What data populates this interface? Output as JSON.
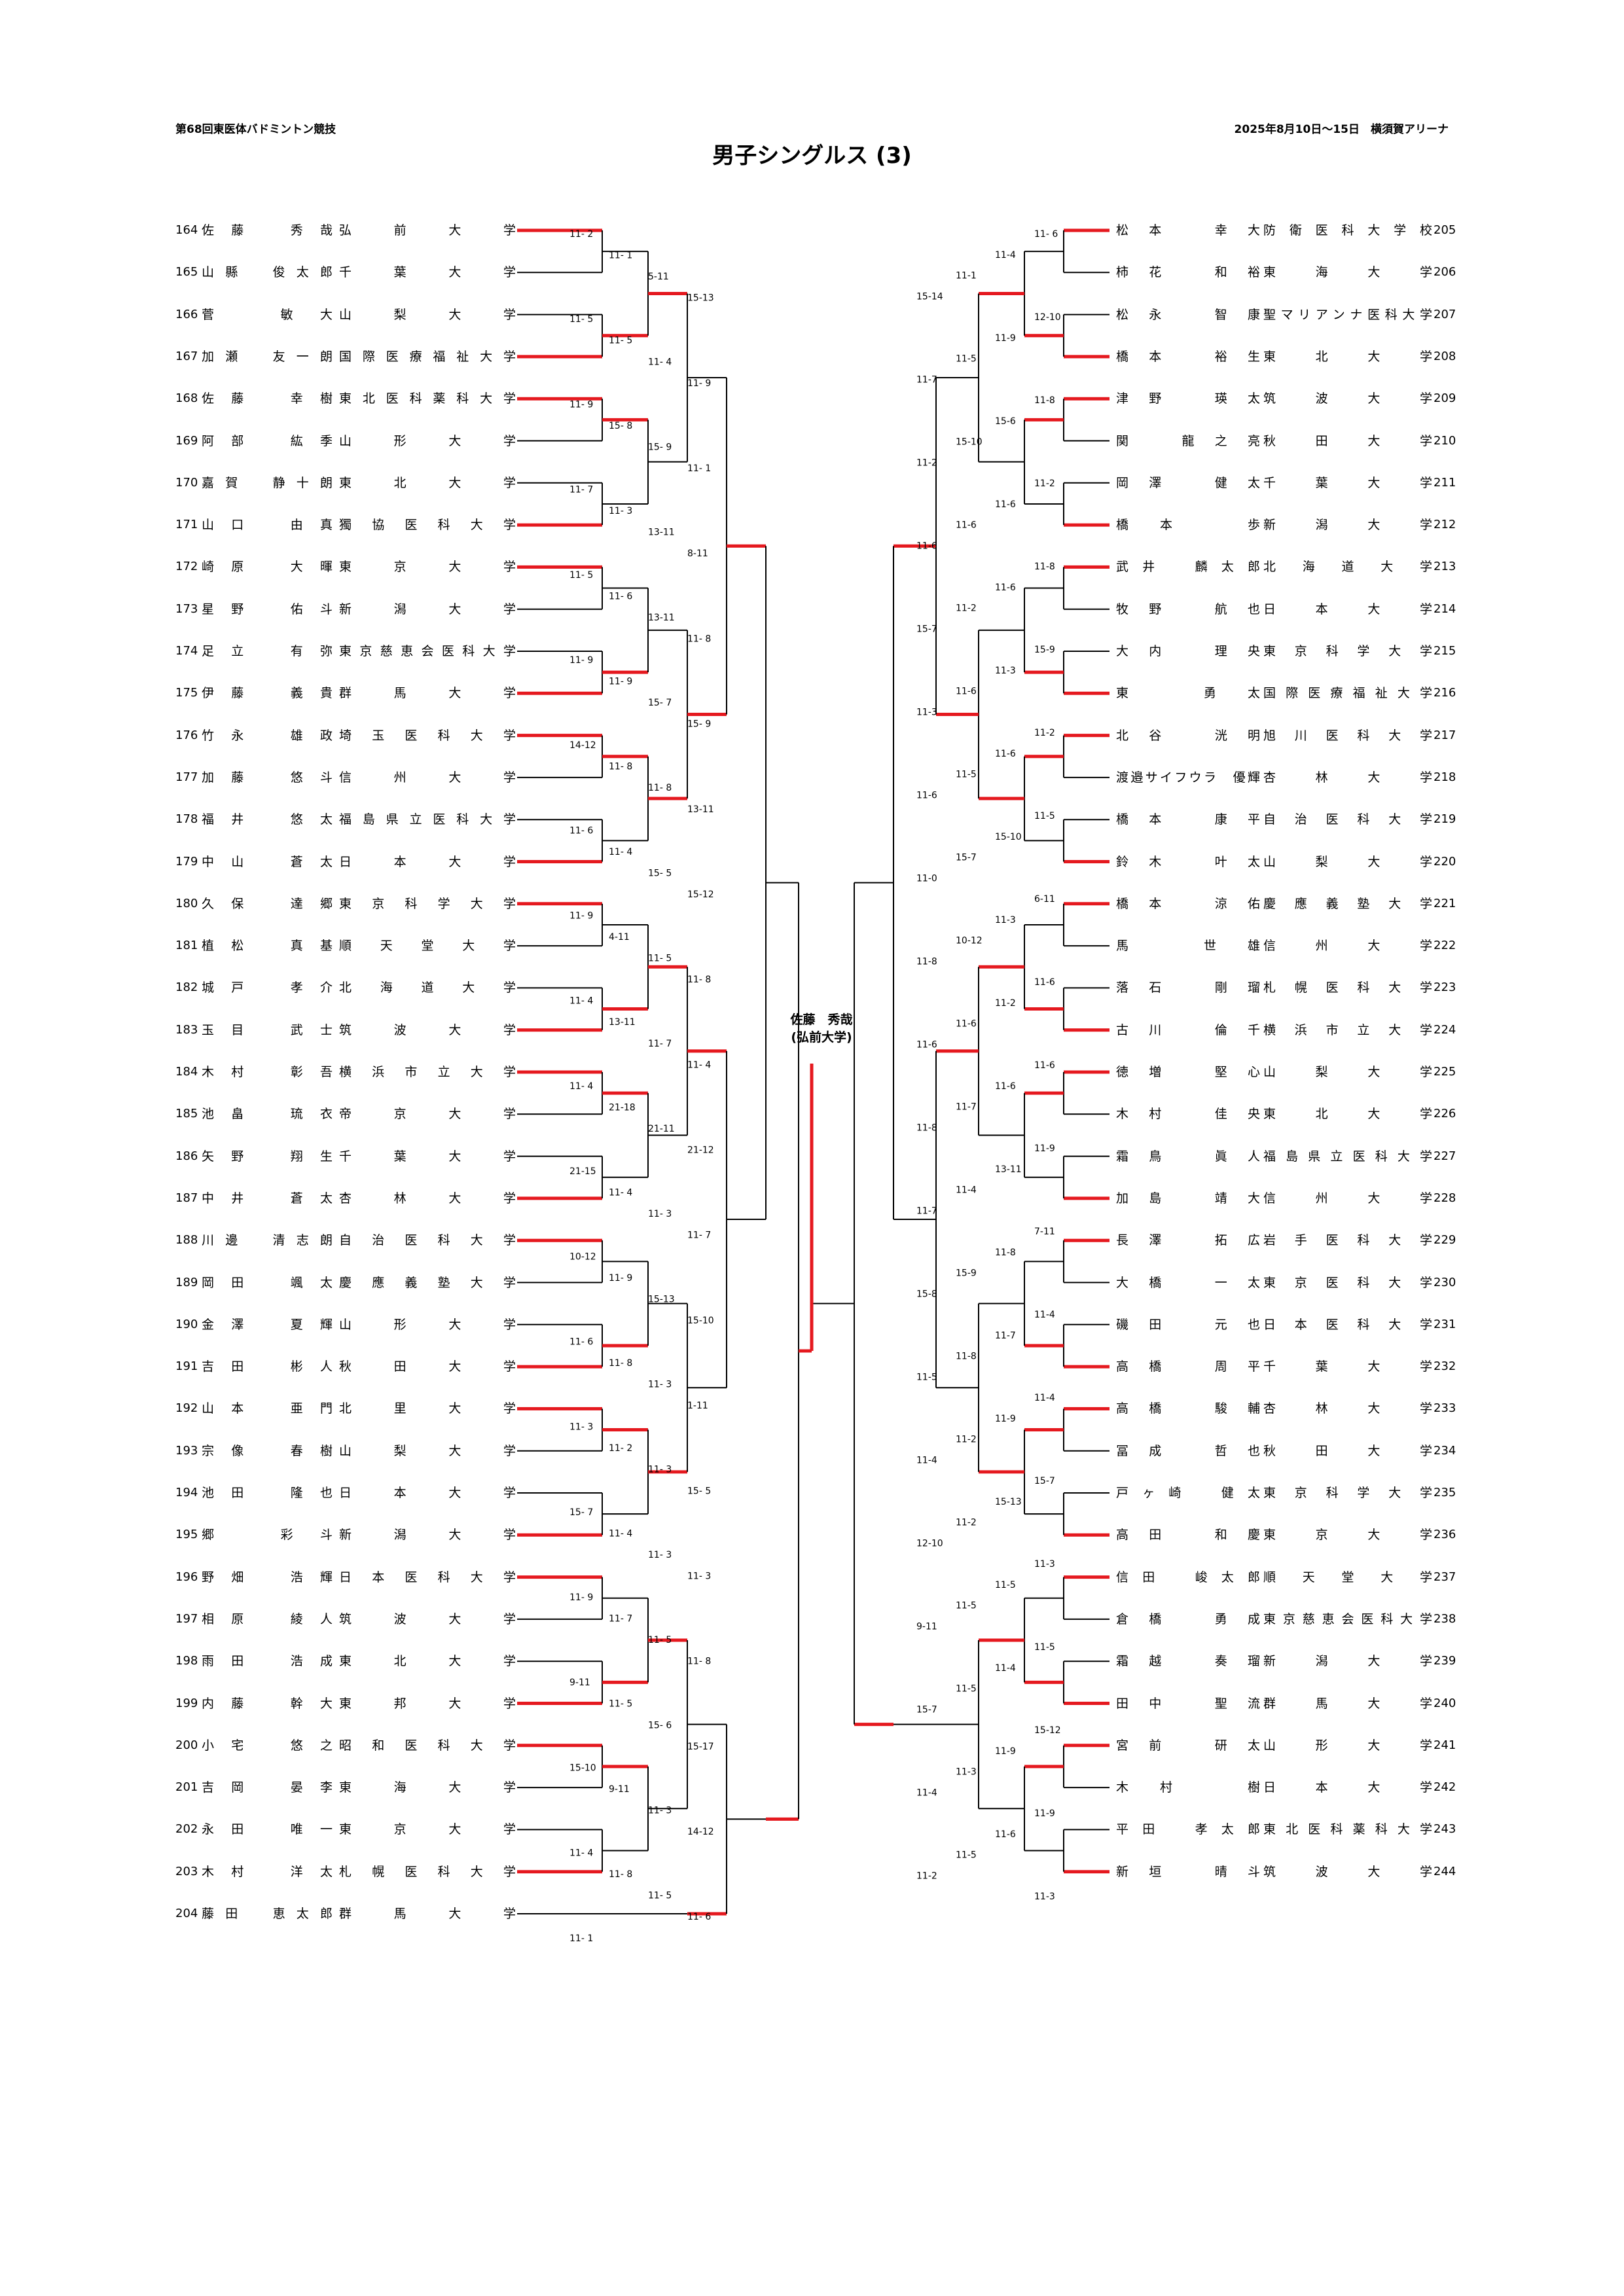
{
  "header": {
    "event": "第68回東医体バドミントン競技",
    "date_venue": "2025年8月10日～15日　横須賀アリーナ",
    "title": "男子シングルス (3)"
  },
  "champion": {
    "name": "佐藤　秀哉",
    "school": "(弘前大学)"
  },
  "colors": {
    "win": "#e5191f",
    "line": "#000000"
  },
  "left_players": [
    {
      "num": "164",
      "name": "佐藤　秀哉",
      "school": "弘前大学"
    },
    {
      "num": "165",
      "name": "山縣　俊太郎",
      "school": "千葉大学"
    },
    {
      "num": "166",
      "name": "菅　敏大",
      "school": "山梨大学"
    },
    {
      "num": "167",
      "name": "加瀬　友一朗",
      "school": "国際医療福祉大学"
    },
    {
      "num": "168",
      "name": "佐藤　幸樹",
      "school": "東北医科薬科大学"
    },
    {
      "num": "169",
      "name": "阿部　紘季",
      "school": "山形大学"
    },
    {
      "num": "170",
      "name": "嘉賀　静十朗",
      "school": "東北大学"
    },
    {
      "num": "171",
      "name": "山口　由真",
      "school": "獨協医科大学"
    },
    {
      "num": "172",
      "name": "崎原　大暉",
      "school": "東京大学"
    },
    {
      "num": "173",
      "name": "星野　佑斗",
      "school": "新潟大学"
    },
    {
      "num": "174",
      "name": "足立　有弥",
      "school": "東京慈恵会医科大学"
    },
    {
      "num": "175",
      "name": "伊藤　義貴",
      "school": "群馬大学"
    },
    {
      "num": "176",
      "name": "竹永　雄政",
      "school": "埼玉医科大学"
    },
    {
      "num": "177",
      "name": "加藤　悠斗",
      "school": "信州大学"
    },
    {
      "num": "178",
      "name": "福井　悠太",
      "school": "福島県立医科大学"
    },
    {
      "num": "179",
      "name": "中山　蒼太",
      "school": "日本大学"
    },
    {
      "num": "180",
      "name": "久保　達郷",
      "school": "東京科学大学"
    },
    {
      "num": "181",
      "name": "植松　真基",
      "school": "順天堂大学"
    },
    {
      "num": "182",
      "name": "城戸　孝介",
      "school": "北海道大学"
    },
    {
      "num": "183",
      "name": "玉目　武士",
      "school": "筑波大学"
    },
    {
      "num": "184",
      "name": "木村　彰吾",
      "school": "横浜市立大学"
    },
    {
      "num": "185",
      "name": "池畠　琉衣",
      "school": "帝京大学"
    },
    {
      "num": "186",
      "name": "矢野　翔生",
      "school": "千葉大学"
    },
    {
      "num": "187",
      "name": "中井　蒼太",
      "school": "杏林大学"
    },
    {
      "num": "188",
      "name": "川邊　清志朗",
      "school": "自治医科大学"
    },
    {
      "num": "189",
      "name": "岡田　颯太",
      "school": "慶應義塾大学"
    },
    {
      "num": "190",
      "name": "金澤　夏輝",
      "school": "山形大学"
    },
    {
      "num": "191",
      "name": "吉田　彬人",
      "school": "秋田大学"
    },
    {
      "num": "192",
      "name": "山本　亜門",
      "school": "北里大学"
    },
    {
      "num": "193",
      "name": "宗像　春樹",
      "school": "山梨大学"
    },
    {
      "num": "194",
      "name": "池田　隆也",
      "school": "日本大学"
    },
    {
      "num": "195",
      "name": "郷　彩斗",
      "school": "新潟大学"
    },
    {
      "num": "196",
      "name": "野畑　浩輝",
      "school": "日本医科大学"
    },
    {
      "num": "197",
      "name": "相原　綾人",
      "school": "筑波大学"
    },
    {
      "num": "198",
      "name": "雨田　浩成",
      "school": "東北大学"
    },
    {
      "num": "199",
      "name": "内藤　幹大",
      "school": "東邦大学"
    },
    {
      "num": "200",
      "name": "小宅　悠之",
      "school": "昭和医科大学"
    },
    {
      "num": "201",
      "name": "吉岡　晏李",
      "school": "東海大学"
    },
    {
      "num": "202",
      "name": "永田　唯一",
      "school": "東京大学"
    },
    {
      "num": "203",
      "name": "木村　洋太",
      "school": "札幌医科大学"
    },
    {
      "num": "204",
      "name": "藤田　恵太郎",
      "school": "群馬大学"
    }
  ],
  "right_players": [
    {
      "num": "205",
      "name": "松本　幸大",
      "school": "防衛医科大学校"
    },
    {
      "num": "206",
      "name": "柿花　和裕",
      "school": "東海大学"
    },
    {
      "num": "207",
      "name": "松永　智康",
      "school": "聖マリアンナ医科大学"
    },
    {
      "num": "208",
      "name": "橋本　裕生",
      "school": "東北大学"
    },
    {
      "num": "209",
      "name": "津野　瑛太",
      "school": "筑波大学"
    },
    {
      "num": "210",
      "name": "関　龍之亮",
      "school": "秋田大学"
    },
    {
      "num": "211",
      "name": "岡澤　健太",
      "school": "千葉大学"
    },
    {
      "num": "212",
      "name": "橋本　歩",
      "school": "新潟大学"
    },
    {
      "num": "213",
      "name": "武井　麟太郎",
      "school": "北海道大学"
    },
    {
      "num": "214",
      "name": "牧野　航也",
      "school": "日本大学"
    },
    {
      "num": "215",
      "name": "大内　理央",
      "school": "東京科学大学"
    },
    {
      "num": "216",
      "name": "東　勇太",
      "school": "国際医療福祉大学"
    },
    {
      "num": "217",
      "name": "北谷　洸明",
      "school": "旭川医科大学"
    },
    {
      "num": "218",
      "name": "渡邉サイフウラ　優輝",
      "school": "杏林大学"
    },
    {
      "num": "219",
      "name": "橋本　康平",
      "school": "自治医科大学"
    },
    {
      "num": "220",
      "name": "鈴木　叶太",
      "school": "山梨大学"
    },
    {
      "num": "221",
      "name": "橋本　涼佑",
      "school": "慶應義塾大学"
    },
    {
      "num": "222",
      "name": "馬　世雄",
      "school": "信州大学"
    },
    {
      "num": "223",
      "name": "落石　剛瑠",
      "school": "札幌医科大学"
    },
    {
      "num": "224",
      "name": "古川　倫千",
      "school": "横浜市立大学"
    },
    {
      "num": "225",
      "name": "徳増　堅心",
      "school": "山梨大学"
    },
    {
      "num": "226",
      "name": "木村　佳央",
      "school": "東北大学"
    },
    {
      "num": "227",
      "name": "霜鳥　眞人",
      "school": "福島県立医科大学"
    },
    {
      "num": "228",
      "name": "加島　靖大",
      "school": "信州大学"
    },
    {
      "num": "229",
      "name": "長澤　拓広",
      "school": "岩手医科大学"
    },
    {
      "num": "230",
      "name": "大橋　一太",
      "school": "東京医科大学"
    },
    {
      "num": "231",
      "name": "磯田　元也",
      "school": "日本医科大学"
    },
    {
      "num": "232",
      "name": "高橋　周平",
      "school": "千葉大学"
    },
    {
      "num": "233",
      "name": "高橋　駿輔",
      "school": "杏林大学"
    },
    {
      "num": "234",
      "name": "冨成　哲也",
      "school": "秋田大学"
    },
    {
      "num": "235",
      "name": "戸ヶ崎　健太",
      "school": "東京科学大学"
    },
    {
      "num": "236",
      "name": "高田　和慶",
      "school": "東京大学"
    },
    {
      "num": "237",
      "name": "信田　峻太郎",
      "school": "順天堂大学"
    },
    {
      "num": "238",
      "name": "倉橋　勇成",
      "school": "東京慈恵会医科大学"
    },
    {
      "num": "239",
      "name": "霜越　奏瑠",
      "school": "新潟大学"
    },
    {
      "num": "240",
      "name": "田中　聖流",
      "school": "群馬大学"
    },
    {
      "num": "241",
      "name": "宮前　研太",
      "school": "山形大学"
    },
    {
      "num": "242",
      "name": "木村　樹",
      "school": "日本大学"
    },
    {
      "num": "243",
      "name": "平田　孝太郎",
      "school": "東北医科薬科大学"
    },
    {
      "num": "244",
      "name": "新垣　晴斗",
      "school": "筑波大学"
    }
  ],
  "bracket_marks": [
    {
      "t": "11- 2"
    },
    {
      "t": "11- 1"
    },
    {
      "t": "5-11"
    },
    {
      "t": "15-13"
    },
    {
      "t": "11- 5"
    },
    {
      "t": "11- 5"
    },
    {
      "t": "11- 4"
    },
    {
      "t": "11- 9"
    },
    {
      "t": "11- 9"
    },
    {
      "t": "15- 8"
    },
    {
      "t": "15- 9"
    },
    {
      "t": "11- 1"
    },
    {
      "t": "11- 7"
    },
    {
      "t": "11- 3"
    },
    {
      "t": "13-11"
    },
    {
      "t": "8-11"
    },
    {
      "t": "11- 5"
    },
    {
      "t": "11- 6"
    },
    {
      "t": "13-11"
    },
    {
      "t": "11- 8"
    },
    {
      "t": "11- 9"
    },
    {
      "t": "11- 9"
    },
    {
      "t": "15- 7"
    },
    {
      "t": "15- 9"
    },
    {
      "t": "14-12"
    },
    {
      "t": "11- 8"
    },
    {
      "t": "11- 8"
    },
    {
      "t": "13-11"
    },
    {
      "t": "11- 6"
    },
    {
      "t": "11- 4"
    },
    {
      "t": "15- 5"
    },
    {
      "t": "15-12"
    },
    {
      "t": "11- 9"
    },
    {
      "t": "4-11"
    },
    {
      "t": "11- 5"
    },
    {
      "t": "11- 8"
    },
    {
      "t": "11- 4"
    },
    {
      "t": "13-11"
    },
    {
      "t": "11- 7"
    },
    {
      "t": "11- 4"
    },
    {
      "t": "11- 4"
    },
    {
      "t": "21-18"
    },
    {
      "t": "21-11"
    },
    {
      "t": "21-12"
    },
    {
      "t": "21-15"
    },
    {
      "t": "11- 4"
    },
    {
      "t": "11- 3"
    },
    {
      "t": "11- 7"
    },
    {
      "t": "10-12"
    },
    {
      "t": "11- 9"
    },
    {
      "t": "15-13"
    },
    {
      "t": "15-10"
    },
    {
      "t": "11- 6"
    },
    {
      "t": "11- 8"
    },
    {
      "t": "11- 3"
    },
    {
      "t": "1-11"
    },
    {
      "t": "11- 3"
    },
    {
      "t": "11- 2"
    },
    {
      "t": "11- 3"
    },
    {
      "t": "15- 5"
    },
    {
      "t": "15- 7"
    },
    {
      "t": "11- 4"
    },
    {
      "t": "11- 3"
    },
    {
      "t": "11- 3"
    },
    {
      "t": "11- 9"
    },
    {
      "t": "11- 7"
    },
    {
      "t": "11- 5"
    },
    {
      "t": "11- 8"
    },
    {
      "t": "9-11"
    },
    {
      "t": "11- 5"
    },
    {
      "t": "15- 6"
    },
    {
      "t": "15-17"
    },
    {
      "t": "15-10"
    },
    {
      "t": "9-11"
    },
    {
      "t": "11- 3"
    },
    {
      "t": "14-12"
    },
    {
      "t": "11- 4"
    },
    {
      "t": "11- 8"
    },
    {
      "t": "11- 5"
    },
    {
      "t": "11- 6"
    },
    {
      "t": "11- 1"
    },
    {
      "t": "11- 6"
    },
    {
      "t": "11-4"
    },
    {
      "t": "11-1"
    },
    {
      "t": "15-14"
    },
    {
      "t": "12-10"
    },
    {
      "t": "11-9"
    },
    {
      "t": "11-5"
    },
    {
      "t": "11-7"
    },
    {
      "t": "11-8"
    },
    {
      "t": "15-6"
    },
    {
      "t": "15-10"
    },
    {
      "t": "11-2"
    },
    {
      "t": "11-2"
    },
    {
      "t": "11-6"
    },
    {
      "t": "11-6"
    },
    {
      "t": "11-6"
    },
    {
      "t": "11-8"
    },
    {
      "t": "11-6"
    },
    {
      "t": "11-2"
    },
    {
      "t": "15-7"
    },
    {
      "t": "15-9"
    },
    {
      "t": "11-3"
    },
    {
      "t": "11-6"
    },
    {
      "t": "11-3"
    },
    {
      "t": "11-2"
    },
    {
      "t": "11-6"
    },
    {
      "t": "11-5"
    },
    {
      "t": "11-6"
    },
    {
      "t": "11-5"
    },
    {
      "t": "15-10"
    },
    {
      "t": "15-7"
    },
    {
      "t": "11-0"
    },
    {
      "t": "6-11"
    },
    {
      "t": "11-3"
    },
    {
      "t": "10-12"
    },
    {
      "t": "11-8"
    },
    {
      "t": "11-6"
    },
    {
      "t": "11-2"
    },
    {
      "t": "11-6"
    },
    {
      "t": "11-6"
    },
    {
      "t": "11-6"
    },
    {
      "t": "11-6"
    },
    {
      "t": "11-7"
    },
    {
      "t": "11-8"
    },
    {
      "t": "11-9"
    },
    {
      "t": "13-11"
    },
    {
      "t": "11-4"
    },
    {
      "t": "11-7"
    },
    {
      "t": "7-11"
    },
    {
      "t": "11-8"
    },
    {
      "t": "15-9"
    },
    {
      "t": "15-8"
    },
    {
      "t": "11-4"
    },
    {
      "t": "11-7"
    },
    {
      "t": "11-8"
    },
    {
      "t": "11-5"
    },
    {
      "t": "11-4"
    },
    {
      "t": "11-9"
    },
    {
      "t": "11-2"
    },
    {
      "t": "11-4"
    },
    {
      "t": "15-7"
    },
    {
      "t": "15-13"
    },
    {
      "t": "11-2"
    },
    {
      "t": "12-10"
    },
    {
      "t": "11-3"
    },
    {
      "t": "11-5"
    },
    {
      "t": "11-5"
    },
    {
      "t": "9-11"
    },
    {
      "t": "11-5"
    },
    {
      "t": "11-4"
    },
    {
      "t": "11-5"
    },
    {
      "t": "15-7"
    },
    {
      "t": "15-12"
    },
    {
      "t": "11-9"
    },
    {
      "t": "11-3"
    },
    {
      "t": "11-4"
    },
    {
      "t": "11-9"
    },
    {
      "t": "11-6"
    },
    {
      "t": "11-5"
    },
    {
      "t": "11-2"
    },
    {
      "t": "11-3"
    }
  ]
}
